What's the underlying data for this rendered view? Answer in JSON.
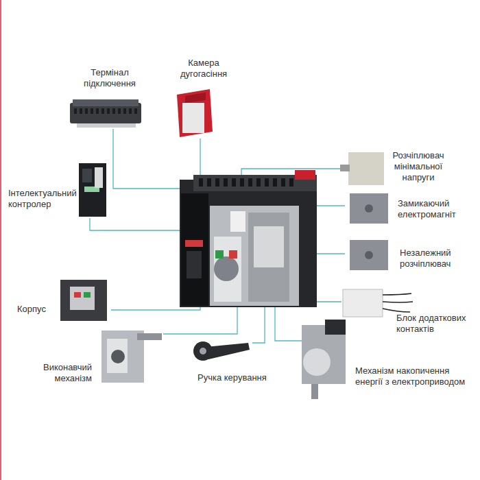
{
  "diagram": {
    "labels": [
      "Термінал підключення",
      "Камера дугогасіння",
      "Інтелектуальний контролер",
      "Розчіплювач мінімальної напруги",
      "Замикаючий електромагніт",
      "Незалежний розчіплювач",
      "Корпус",
      "Блок додаткових контактів",
      "Виконавчий механізм",
      "Ручка керування",
      "Механізм накопичення енергії з електроприводом"
    ]
  }
}
